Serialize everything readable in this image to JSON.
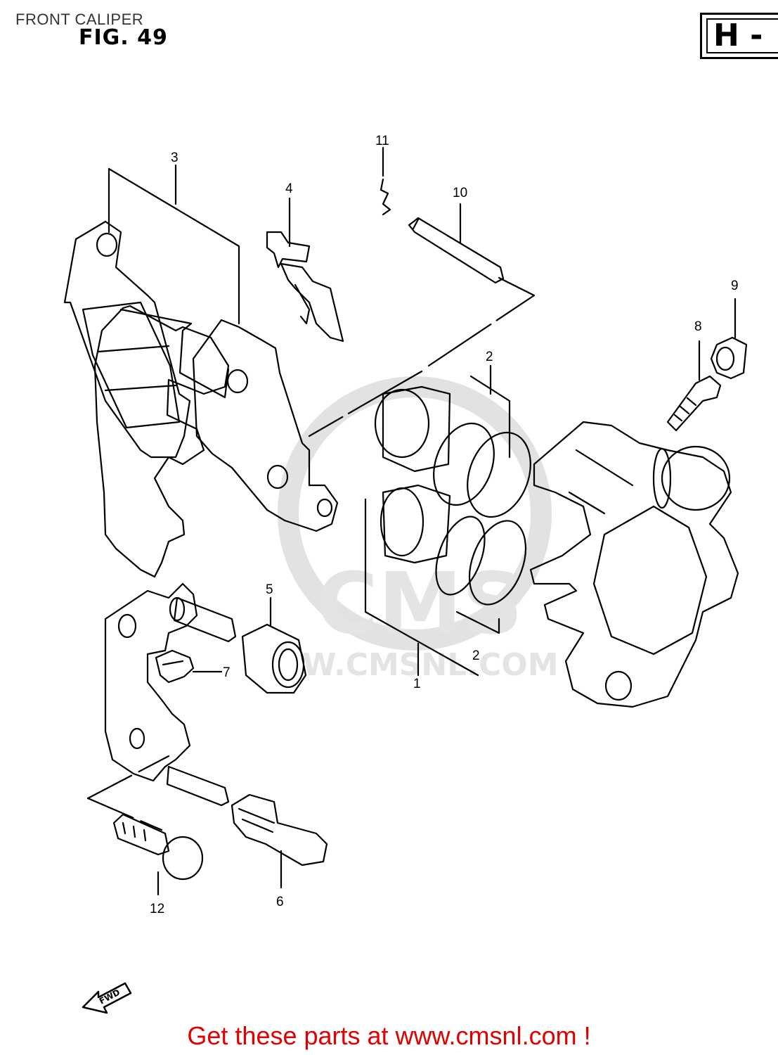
{
  "header": {
    "section_title": "FRONT CALIPER",
    "figure_label": "FIG. 49",
    "group_code": "H -"
  },
  "watermark": {
    "brand": "CMS",
    "url": "W.CMSNL.COM"
  },
  "callouts": [
    {
      "id": "c1",
      "label": "1"
    },
    {
      "id": "c2a",
      "label": "2"
    },
    {
      "id": "c2b",
      "label": "2"
    },
    {
      "id": "c3",
      "label": "3"
    },
    {
      "id": "c4",
      "label": "4"
    },
    {
      "id": "c5",
      "label": "5"
    },
    {
      "id": "c6",
      "label": "6"
    },
    {
      "id": "c7",
      "label": "7"
    },
    {
      "id": "c8",
      "label": "8"
    },
    {
      "id": "c9",
      "label": "9"
    },
    {
      "id": "c10",
      "label": "10"
    },
    {
      "id": "c11",
      "label": "11"
    },
    {
      "id": "c12",
      "label": "12"
    }
  ],
  "direction_marker": "FWD",
  "footer": {
    "text": "Get these parts at www.cmsnl.com !",
    "color": "#e00000"
  }
}
